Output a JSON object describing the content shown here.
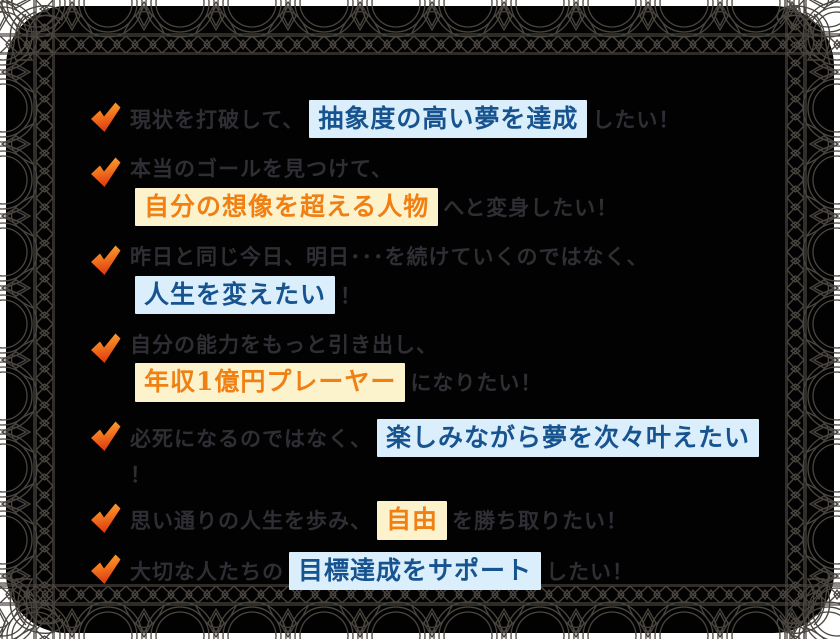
{
  "panel": {
    "page_background": "#ffffff",
    "panel_background": "#020202",
    "lace_color": "#4a453f",
    "border_style": "ornamental-lace-frame"
  },
  "colors": {
    "plain_text": "#2e2e34",
    "blue_highlight_text": "#17548f",
    "blue_highlight_bg": "#daeefb",
    "orange_highlight_text": "#f08013",
    "orange_highlight_bg": "#fcf3cd",
    "check_gradient_top": "#fbae2c",
    "check_gradient_bottom": "#df3c10"
  },
  "icons": {
    "checkmark": "orange-red-brush-check"
  },
  "checklist": {
    "items": [
      {
        "pre": "現状を打破して、",
        "highlight": "抽象度の高い夢を達成",
        "highlight_style": "blue",
        "post": "したい！",
        "break_before_highlight": false
      },
      {
        "pre": "本当のゴールを見つけて、",
        "highlight": "自分の想像を超える人物",
        "highlight_style": "orange",
        "post": "へと変身したい！",
        "break_before_highlight": true
      },
      {
        "pre": "昨日と同じ今日、明日･･･を続けていくのではなく、",
        "highlight": "人生を変えたい",
        "highlight_style": "blue",
        "post": "！",
        "break_before_highlight": true
      },
      {
        "pre": "自分の能力をもっと引き出し、",
        "highlight": "年収1億円プレーヤー",
        "highlight_style": "orange",
        "post": "になりたい！",
        "break_before_highlight": true
      },
      {
        "pre": "必死になるのではなく、",
        "highlight": "楽しみながら夢を次々叶えたい",
        "highlight_style": "blue",
        "post": "！",
        "break_before_highlight": false
      },
      {
        "pre": "思い通りの人生を歩み、",
        "highlight": "自由",
        "highlight_style": "orange",
        "post": "を勝ち取りたい！",
        "break_before_highlight": false
      },
      {
        "pre": "大切な人たちの",
        "highlight": "目標達成をサポート",
        "highlight_style": "blue",
        "post": "したい！",
        "break_before_highlight": false
      }
    ]
  }
}
